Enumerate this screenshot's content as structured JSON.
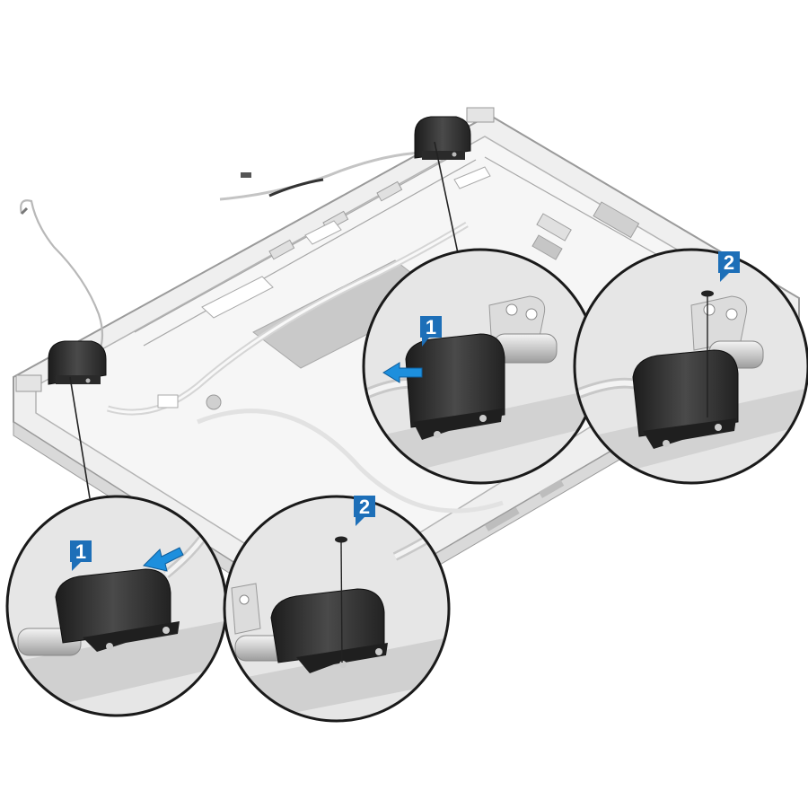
{
  "callouts": [
    {
      "id": "top-left",
      "step": "1"
    },
    {
      "id": "top-right",
      "step": "2"
    },
    {
      "id": "bottom-left",
      "step": "1"
    },
    {
      "id": "bottom-right",
      "step": "2"
    }
  ],
  "colors": {
    "badge": "#1d6fb8",
    "arrow": "#1d8fdd",
    "hinge_cover": "#2e2e2e",
    "panel": "#ececec",
    "panel_outline": "#9a9a9a",
    "lens_ring": "#1a1a1a"
  },
  "icons": {
    "screw": "screw-icon",
    "direction_arrow": "arrow-icon",
    "hinge": "hinge-cover-icon"
  }
}
